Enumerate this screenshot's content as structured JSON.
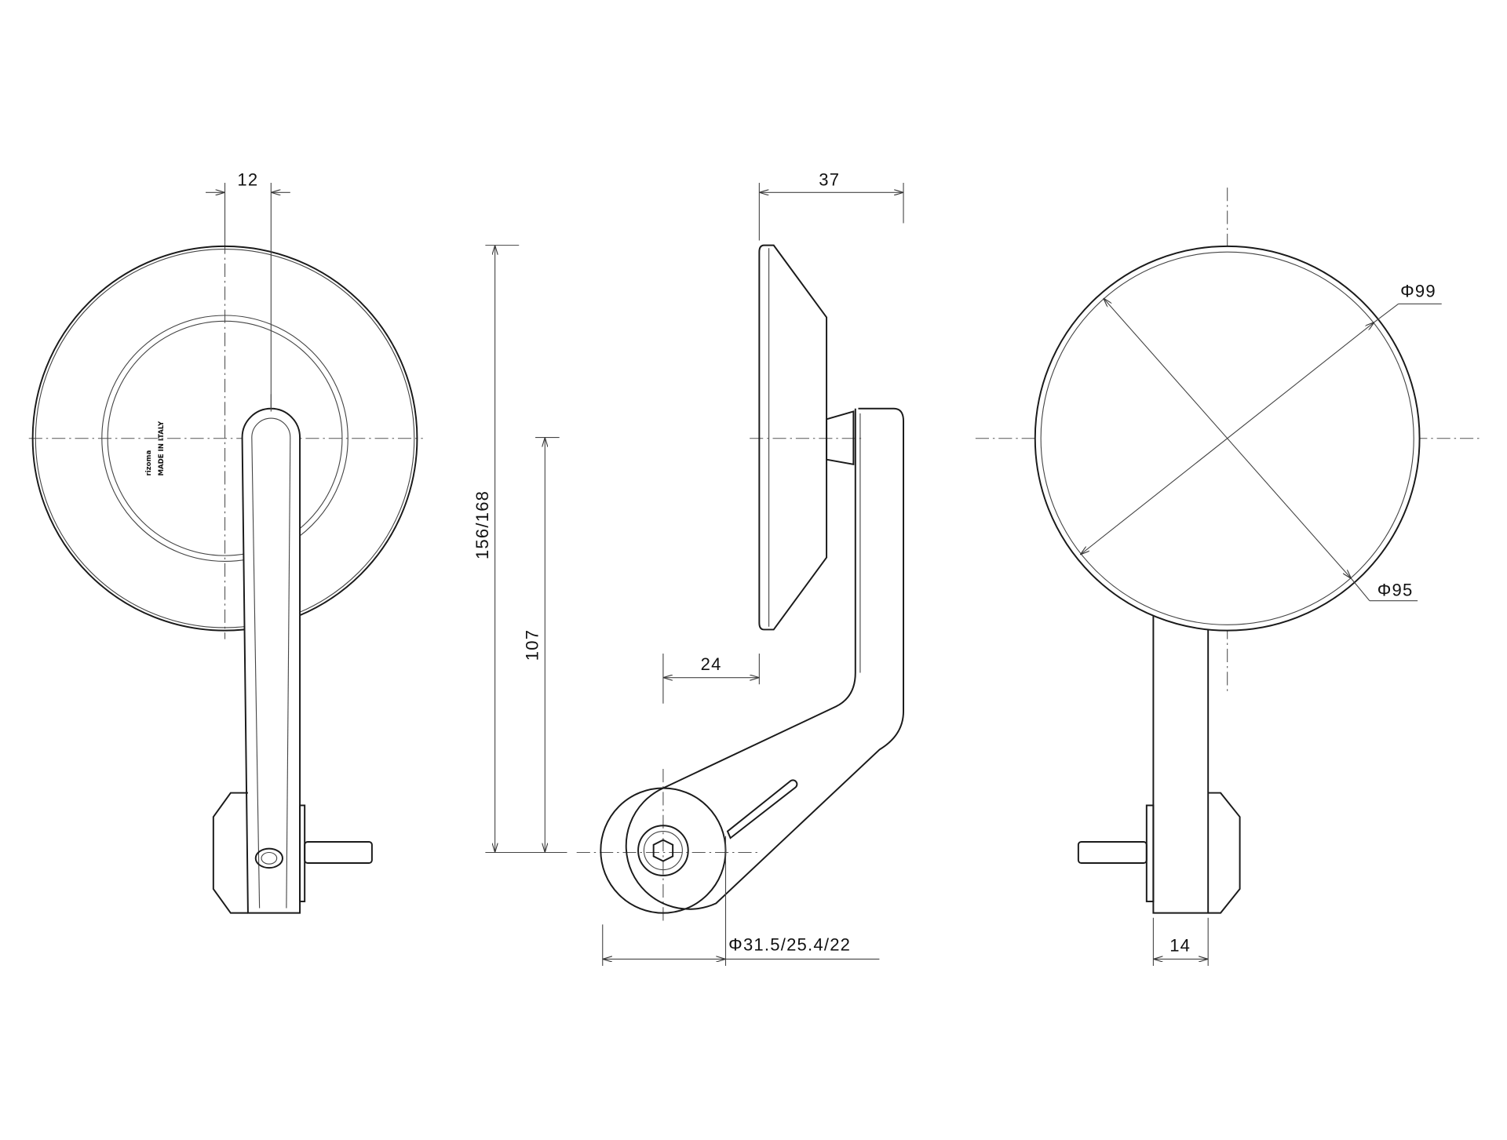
{
  "dimensions": {
    "arm_offset": "12",
    "mirror_depth": "37",
    "total_height": "156/168",
    "clamp_to_center": "107",
    "arm_setback": "24",
    "clamp_diameter": "Φ31.5/25.4/22",
    "outer_diameter": "Φ99",
    "glass_diameter": "Φ95",
    "arm_width": "14"
  },
  "logo": {
    "brand": "rizoma",
    "origin": "MADE IN ITALY"
  }
}
